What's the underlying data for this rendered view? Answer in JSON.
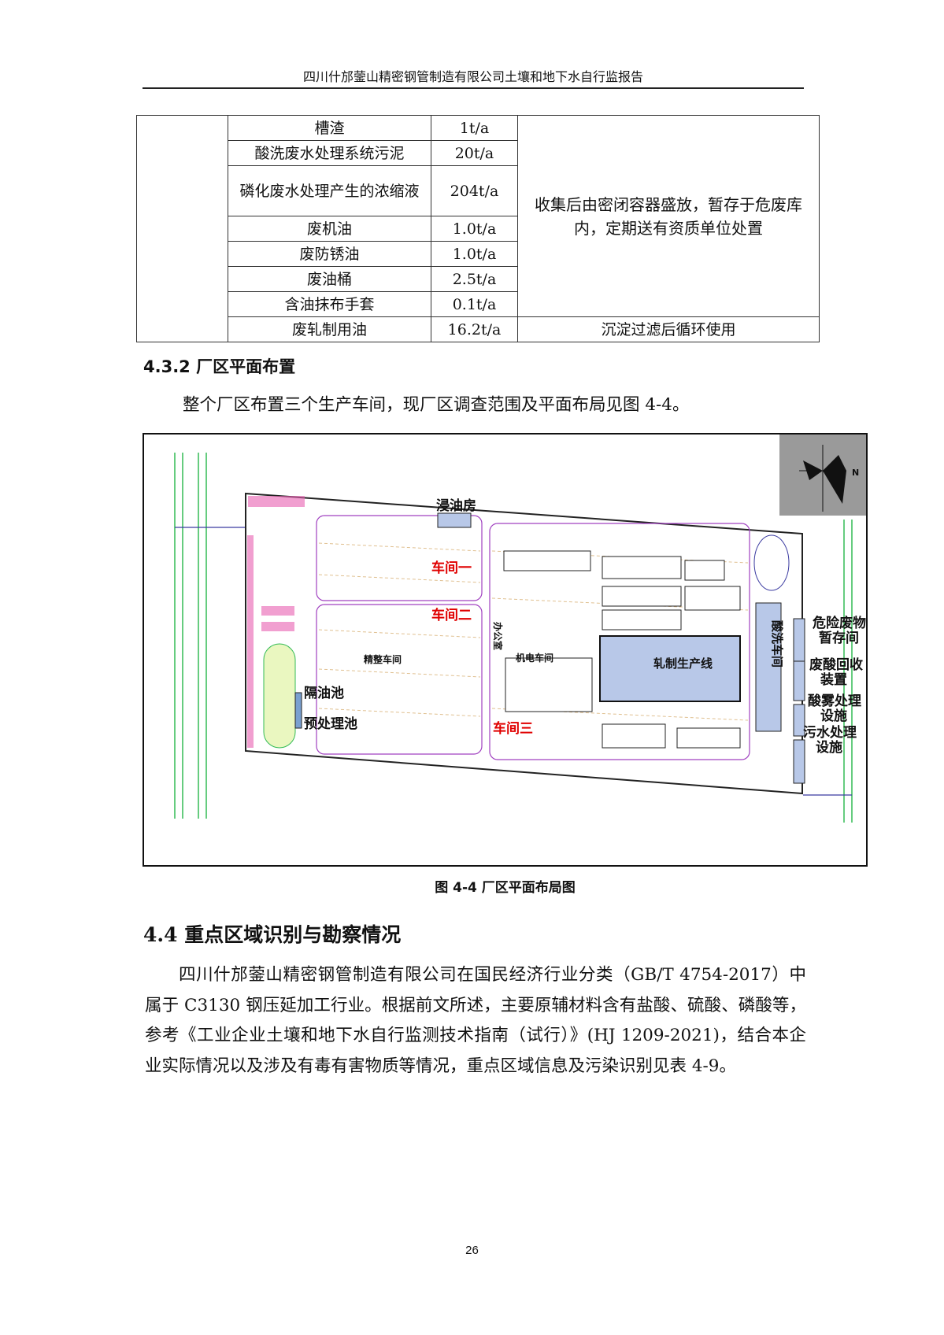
{
  "header": {
    "title": "四川什邡蓥山精密钢管制造有限公司土壤和地下水自行监报告"
  },
  "table": {
    "rows": [
      {
        "name": "槽渣",
        "amount": "1t/a"
      },
      {
        "name": "酸洗废水处理系统污泥",
        "amount": "20t/a"
      },
      {
        "name": "磷化废水处理产生的浓缩液",
        "amount": "204t/a"
      },
      {
        "name": "废机油",
        "amount": "1.0t/a"
      },
      {
        "name": "废防锈油",
        "amount": "1.0t/a"
      },
      {
        "name": "废油桶",
        "amount": "2.5t/a"
      },
      {
        "name": "含油抹布手套",
        "amount": "0.1t/a"
      },
      {
        "name": "废轧制用油",
        "amount": "16.2t/a"
      }
    ],
    "disposal_main": "收集后由密闭容器盛放，暂存于危废库内，定期送有资质单位处置",
    "disposal_last": "沉淀过滤后循环使用"
  },
  "section_432": {
    "heading": "4.3.2 厂区平面布置",
    "paragraph": "整个厂区布置三个生产车间，现厂区调查范围及平面布局见图 4-4。"
  },
  "figure": {
    "caption": "图 4-4 厂区平面布局图",
    "labels": {
      "oil_dip": "浸油房",
      "ws1": "车间一",
      "ws2": "车间二",
      "ws3": "车间三",
      "finishing": "精整车间",
      "electro": "机电车间",
      "rolling": "轧制生产线",
      "pickling": "酸洗车间",
      "oil_sep": "隔油池",
      "pretreat": "预处理池",
      "office": "办公室",
      "hazwaste_1": "危险废物",
      "hazwaste_2": "暂存间",
      "acid_rec_1": "废酸回收",
      "acid_rec_2": "装置",
      "mist_1": "酸雾处理",
      "mist_2": "设施",
      "sewage_1": "污水处理",
      "sewage_2": "设施",
      "compass_n": "N"
    },
    "colors": {
      "workshop_label": "#e00000",
      "building_fill": "#b8c8e8",
      "road": "#3a3aa0",
      "green": "#33bb55",
      "pink": "#e85fb0"
    }
  },
  "section_44": {
    "heading": "4.4 重点区域识别与勘察情况",
    "paragraph": "四川什邡蓥山精密钢管制造有限公司在国民经济行业分类（GB/T 4754-2017）中属于 C3130 钢压延加工行业。根据前文所述，主要原辅材料含有盐酸、硫酸、磷酸等，参考《工业企业土壤和地下水自行监测技术指南（试行）》(HJ 1209-2021)，结合本企业实际情况以及涉及有毒有害物质等情况，重点区域信息及污染识别见表 4-9。"
  },
  "page_number": "26"
}
